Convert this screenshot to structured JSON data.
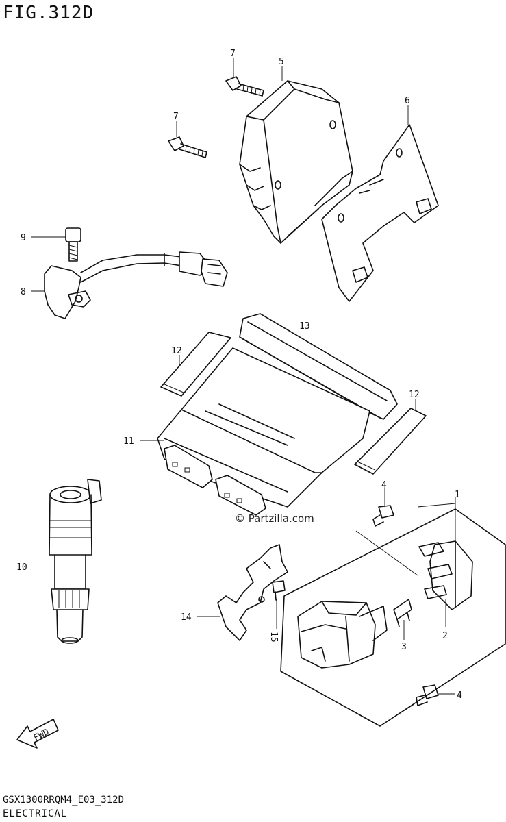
{
  "figure": {
    "title": "FIG.312D",
    "code": "GSX1300RRQM4_E03_312D",
    "section": "ELECTRICAL",
    "watermark": "© Partzilla.com",
    "fwd_label": "FWD"
  },
  "callouts": [
    {
      "id": "1",
      "label": "1"
    },
    {
      "id": "2",
      "label": "2"
    },
    {
      "id": "3",
      "label": "3"
    },
    {
      "id": "4a",
      "label": "4"
    },
    {
      "id": "4b",
      "label": "4"
    },
    {
      "id": "5",
      "label": "5"
    },
    {
      "id": "6",
      "label": "6"
    },
    {
      "id": "7a",
      "label": "7"
    },
    {
      "id": "7b",
      "label": "7"
    },
    {
      "id": "8",
      "label": "8"
    },
    {
      "id": "9",
      "label": "9"
    },
    {
      "id": "10",
      "label": "10"
    },
    {
      "id": "11",
      "label": "11"
    },
    {
      "id": "12a",
      "label": "12"
    },
    {
      "id": "12b",
      "label": "12"
    },
    {
      "id": "13",
      "label": "13"
    },
    {
      "id": "14",
      "label": "14"
    },
    {
      "id": "15",
      "label": "15"
    }
  ]
}
